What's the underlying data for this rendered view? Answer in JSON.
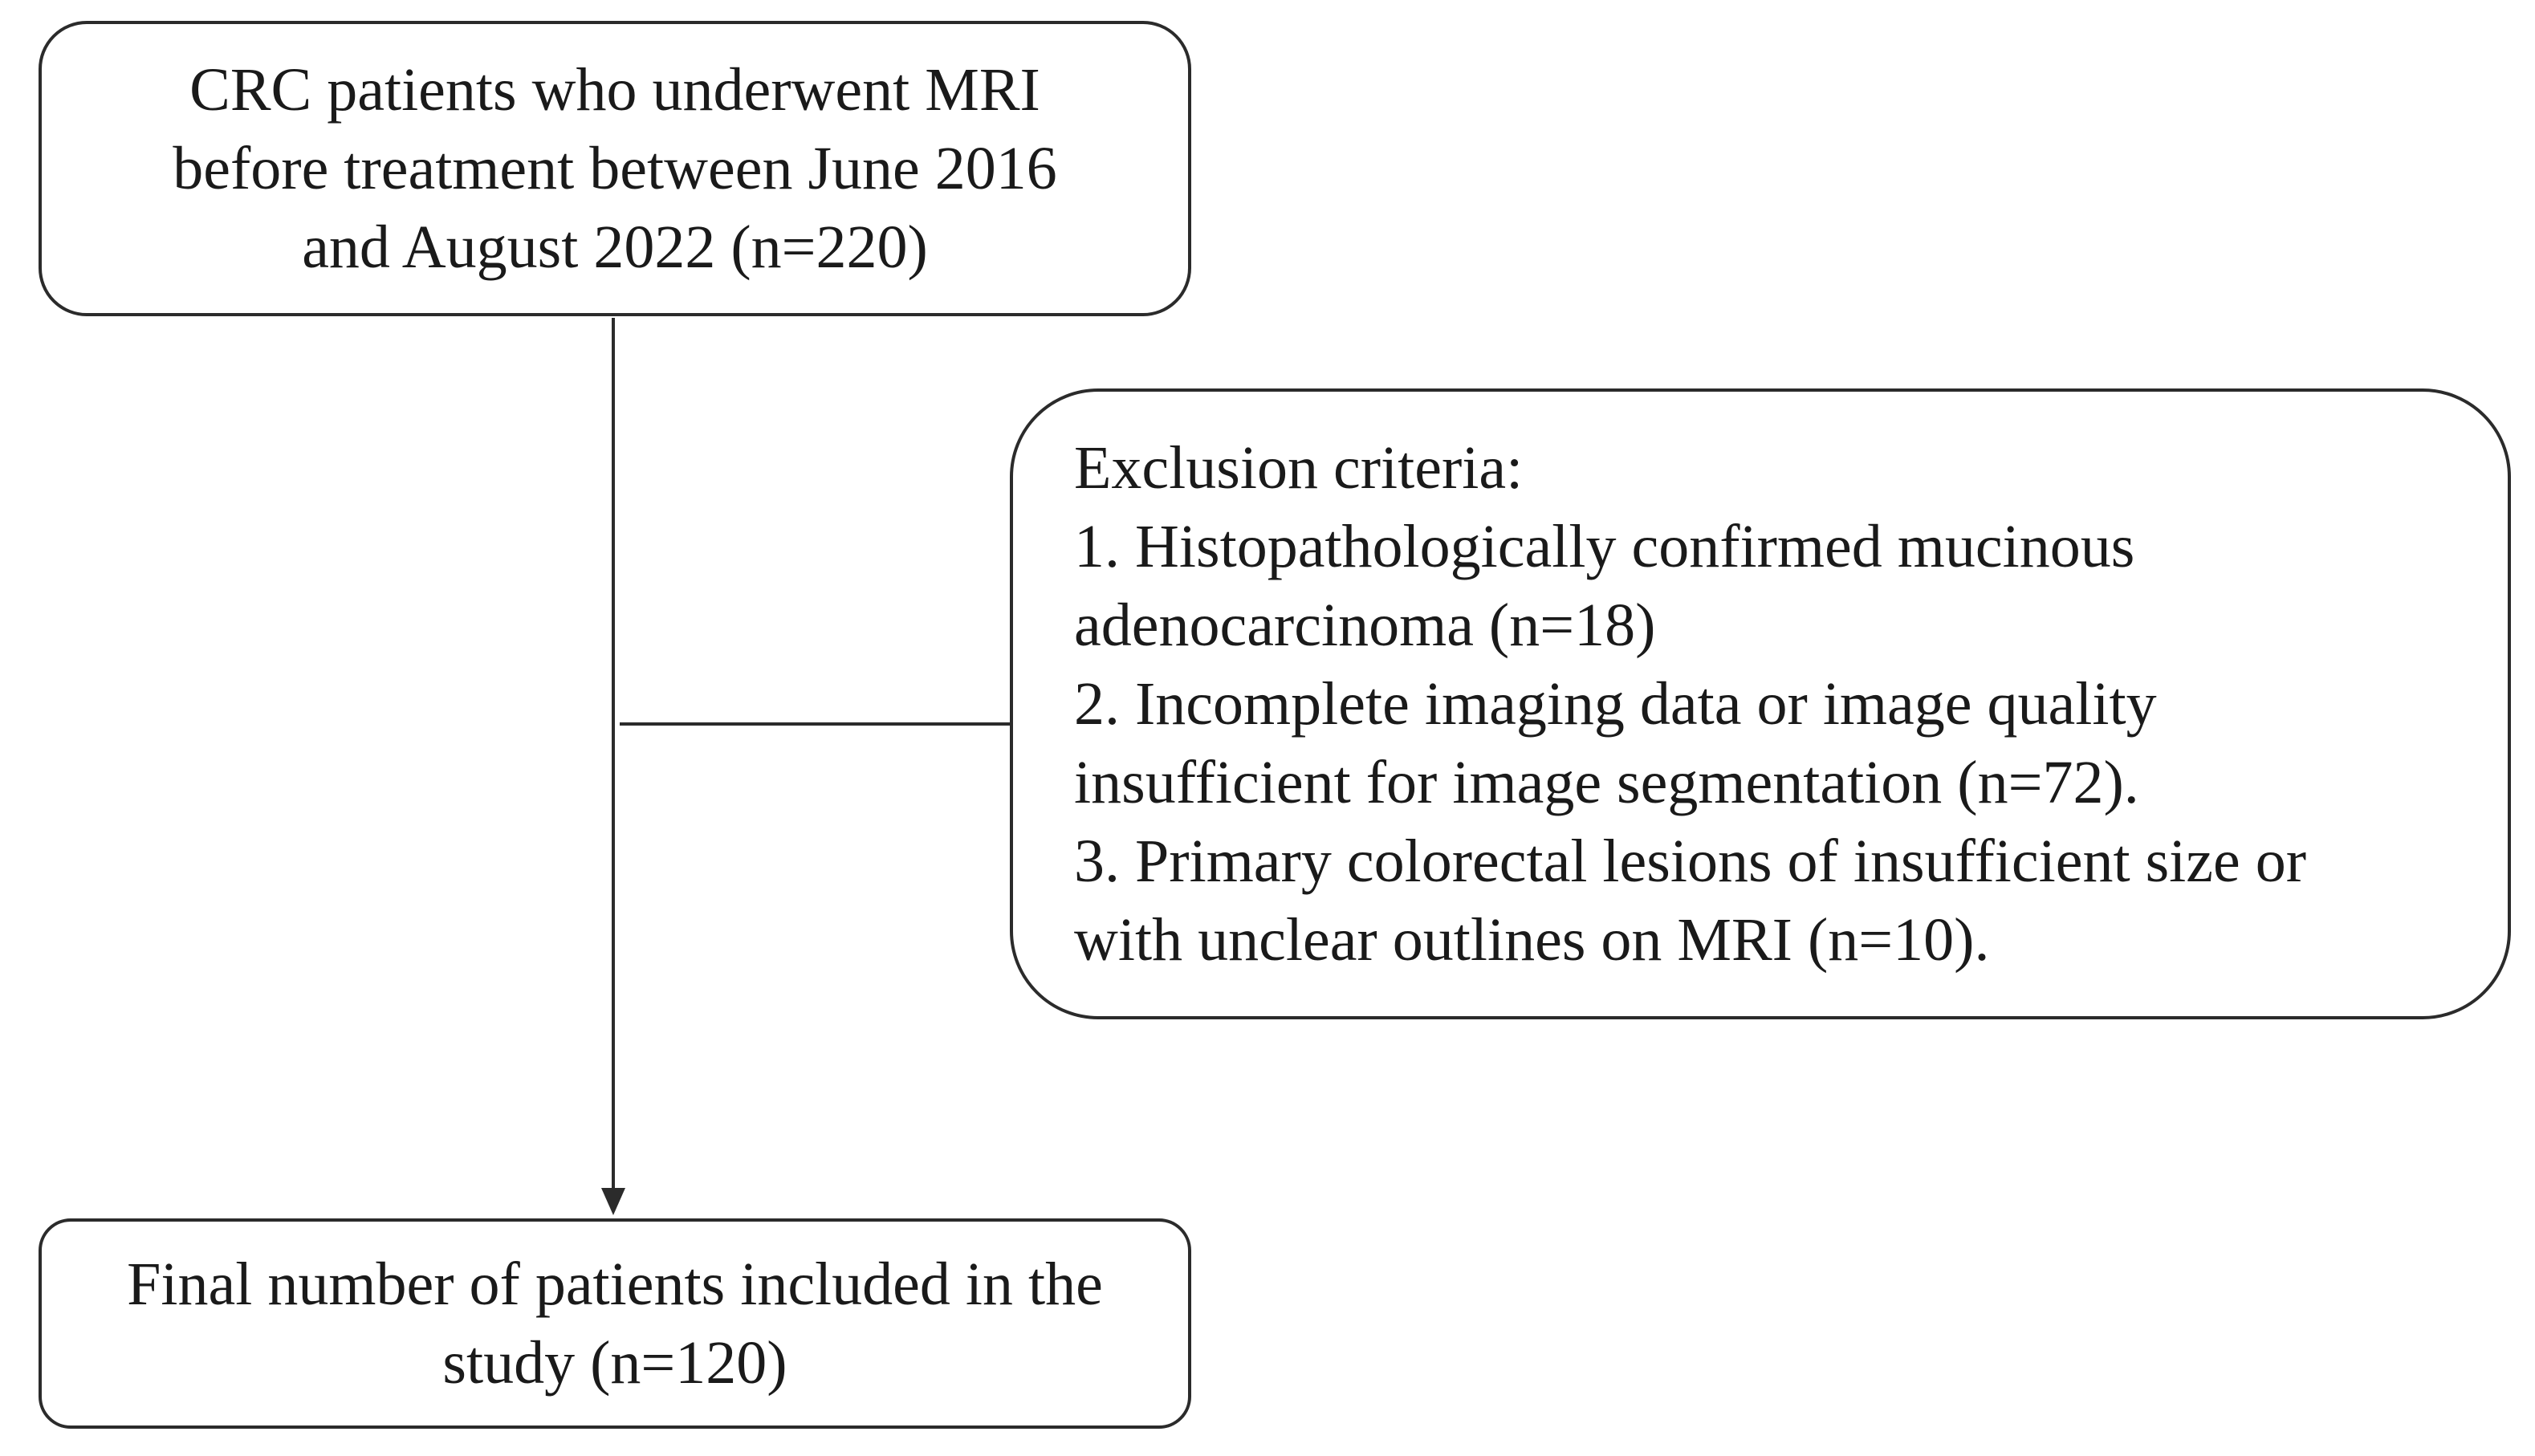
{
  "start": {
    "lines": [
      "CRC patients who underwent MRI",
      "before treatment between June 2016",
      "and August 2022 (n=220)"
    ]
  },
  "exclusion": {
    "lines": [
      "Exclusion criteria:",
      "1. Histopathologically confirmed mucinous",
      "adenocarcinoma (n=18)",
      "2. Incomplete imaging data or image quality",
      "insufficient for image segmentation (n=72).",
      "3. Primary colorectal lesions of insufficient size or",
      "with unclear outlines on MRI (n=10)."
    ]
  },
  "final": {
    "lines": [
      "Final number of patients included in the",
      "study (n=120)"
    ]
  },
  "colors": {
    "stroke": "#2b2b2b",
    "text": "#1a1a1a",
    "background": "#ffffff"
  }
}
